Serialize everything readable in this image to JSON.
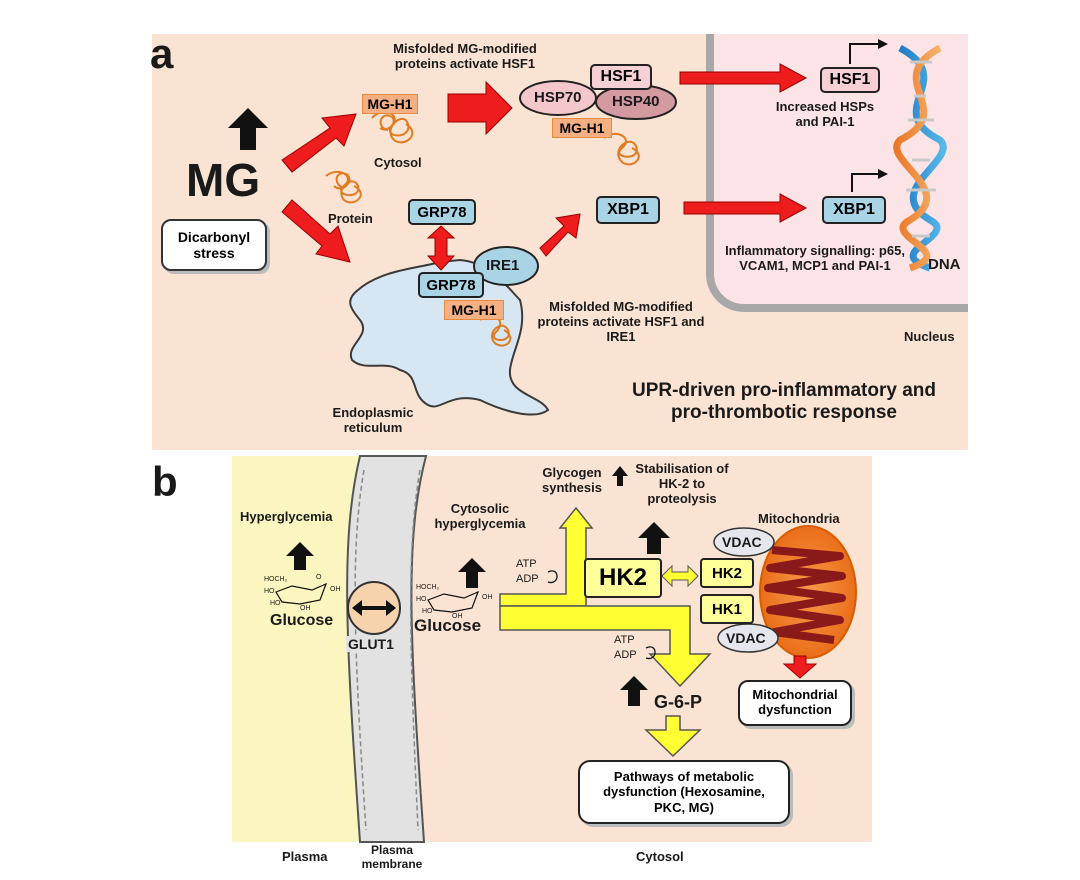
{
  "panel_a": {
    "letter": "a",
    "mg": "MG",
    "dicarbonyl": "Dicarbonyl stress",
    "misfolded_top": "Misfolded MG-modified proteins activate HSF1",
    "mg_h1": "MG-H1",
    "cytosol": "Cytosol",
    "protein": "Protein",
    "hsf1": "HSF1",
    "hsp70": "HSP70",
    "hsp40": "HSP40",
    "increased_hsps": "Increased HSPs and PAI-1",
    "grp78": "GRP78",
    "ire1": "IRE1",
    "xbp1": "XBP1",
    "inflammatory": "Inflammatory signalling: p65, VCAM1, MCP1 and PAI-1",
    "dna": "DNA",
    "misfolded_bottom": "Misfolded MG-modified proteins activate HSF1 and IRE1",
    "nucleus": "Nucleus",
    "er": "Endoplasmic reticulum",
    "upr": "UPR-driven pro-inflammatory and pro-thrombotic response"
  },
  "panel_b": {
    "letter": "b",
    "hyperglycemia": "Hyperglycemia",
    "glucose": "Glucose",
    "glut1": "GLUT1",
    "cytosolic_hyper": "Cytosolic hyperglycemia",
    "glycogen": "Glycogen synthesis",
    "stabilisation": "Stabilisation of HK-2 to proteolysis",
    "mitochondria": "Mitochondria",
    "atp": "ATP",
    "adp": "ADP",
    "hk2_big": "HK2",
    "vdac": "VDAC",
    "hk2": "HK2",
    "hk1": "HK1",
    "g6p": "G-6-P",
    "mito_dysfunction": "Mitochondrial dysfunction",
    "pathways": "Pathways of metabolic dysfunction (Hexosamine, PKC, MG)",
    "plasma": "Plasma",
    "plasma_membrane": "Plasma membrane",
    "cytosol": "Cytosol",
    "hoch2": "HOCH₂",
    "oh": "OH",
    "ho": "HO",
    "o": "O"
  },
  "colors": {
    "panel_bg": "#fae3d3",
    "nucleus_bg": "#fce4e6",
    "red_arrow": "#ee1c1c",
    "blue_box": "#a9d4e6",
    "pink_box": "#f6d0d4",
    "orange_label": "#f4b083",
    "yellow": "#ffff33",
    "plasma_bg": "#fbf6bf"
  }
}
